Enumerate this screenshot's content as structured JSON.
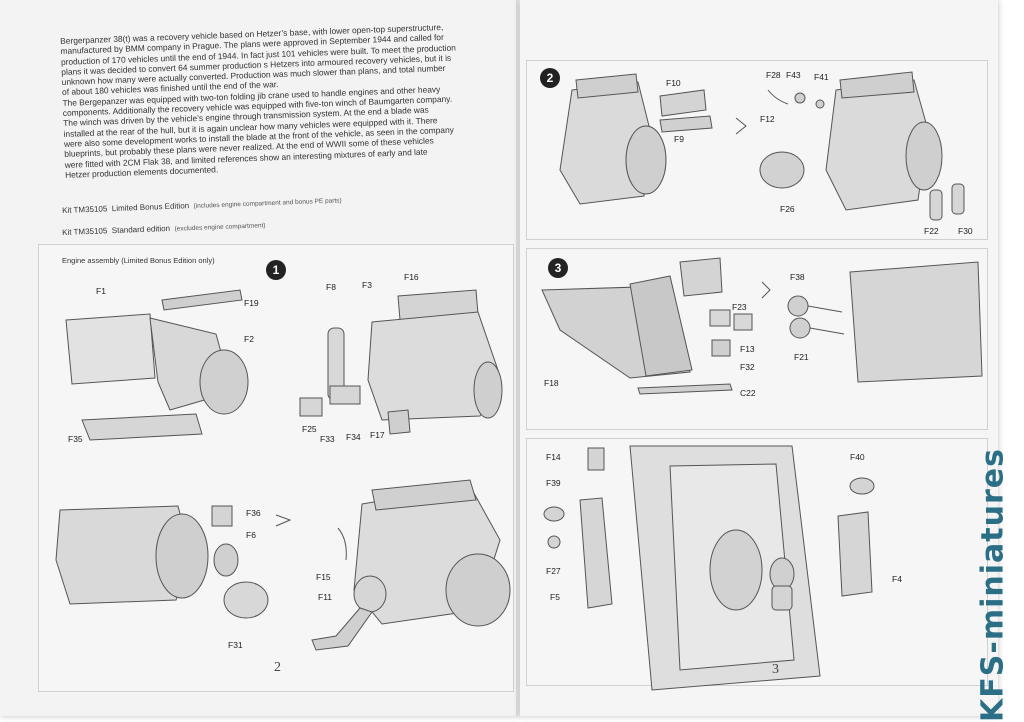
{
  "left_page": {
    "intro_lines": [
      "Bergerpanzer 38(t) was a recovery vehicle based on Hetzer’s base, with lower open-top superstructure,",
      "manufactured by BMM company in Prague. The plans were approved in September 1944 and called for",
      "production of 170 vehicles until the end of 1944. In fact just 101 vehicles were built. To meet the production",
      "plans it was decided to convert 64 summer production s Hetzers into armoured recovery vehicles, but it is",
      "unknown how many were actually converted. Production was much slower than plans, and total number",
      "of about 180 vehicles was finished until the end of the war.",
      "The Bergepanzer was equipped with two-ton folding jib crane used to handle engines and other heavy",
      "components. Additionally the recovery vehicle was equipped with five-ton winch of Baumgarten company.",
      "The winch was driven by the vehicle’s engine through transmission system. At the end a blade was",
      "installed at the rear of the hull, but it is again unclear how many vehicles were equipped with it. There",
      "were also some development works to install the blade at the front of the vehicle, as seen in the company",
      "blueprints, but probably these plans were never realized. At the end of WWII some of these vehicles",
      "were fitted with 2CM Flak 38, and limited references show an interesting mixtures of early and late",
      "Hetzer production elements documented."
    ],
    "kit_limited": {
      "code": "Kit TM35105",
      "name": "Limited Bonus Edition",
      "note": "(includes engine compartment and bonus PE parts)"
    },
    "kit_standard": {
      "code": "Kit TM35105",
      "name": "Standard edition",
      "note": "(excludes engine compartment)"
    },
    "panel_title": "Engine assembly (Limited Bonus Edition only)",
    "step": "1",
    "labels": [
      "F1",
      "F19",
      "F2",
      "F35",
      "F8",
      "F3",
      "F16",
      "F25",
      "F33",
      "F34",
      "F17",
      "F36",
      "F6",
      "F31",
      "F15",
      "F11"
    ],
    "page_number": "2"
  },
  "right_page": {
    "step2": "2",
    "step2_labels": [
      "F10",
      "F9",
      "F28",
      "F43",
      "F41",
      "F12",
      "F26",
      "F22",
      "F30"
    ],
    "step3": "3",
    "step3_labels": [
      "F23",
      "F13",
      "F32",
      "F18",
      "C22",
      "F38",
      "F21"
    ],
    "step4_labels": [
      "F14",
      "F39",
      "F27",
      "F5",
      "F40",
      "F4"
    ],
    "page_number": "3"
  },
  "watermark": "KFS-miniatures",
  "colors": {
    "paper": "#f4f4f4",
    "line": "#555555",
    "watermark": "#2b6f86"
  }
}
